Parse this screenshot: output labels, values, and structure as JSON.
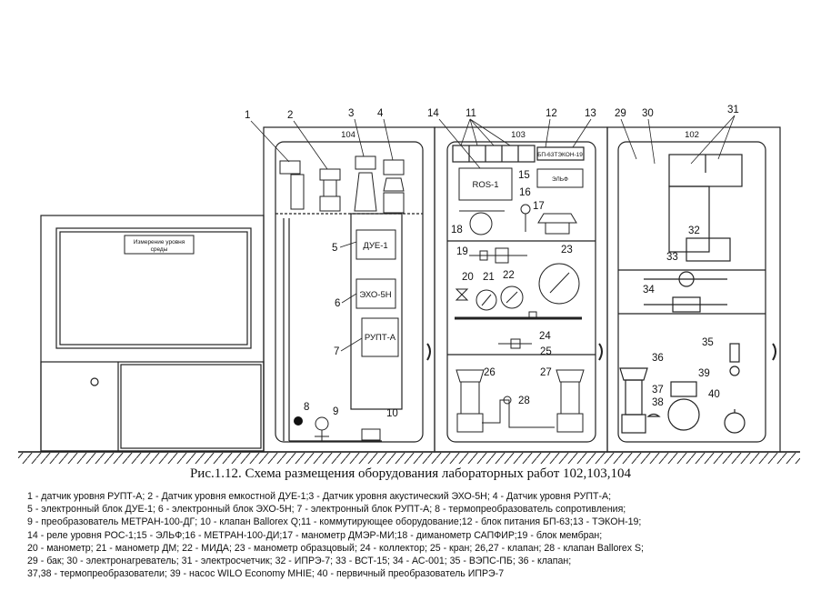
{
  "panels": {
    "p104": "104",
    "p103": "103",
    "p102": "102"
  },
  "screen_label_line1": "Измерение уровня",
  "screen_label_line2": "среды",
  "unit_labels": {
    "due": "ДУЕ-1",
    "eho": "ЭХО-5Н",
    "rupt": "РУПТ-А",
    "ros": "ROS-1",
    "elf": "ЭЛЬФ",
    "bp": "БП-63ТЭКОН-19"
  },
  "callouts": [
    "1",
    "2",
    "3",
    "4",
    "14",
    "11",
    "12",
    "13",
    "29",
    "30",
    "31",
    "5",
    "6",
    "7",
    "8",
    "9",
    "10",
    "15",
    "16",
    "17",
    "18",
    "19",
    "20",
    "21",
    "22",
    "23",
    "24",
    "25",
    "26",
    "27",
    "28",
    "32",
    "33",
    "34",
    "35",
    "36",
    "37",
    "38",
    "39",
    "40"
  ],
  "caption": "Рис.1.12. Схема размещения оборудования лабораторных работ 102,103,104",
  "legend": [
    "1 - датчик уровня РУПТ-А; 2 - Датчик уровня емкостной ДУЕ-1;3 - Датчик уровня акустический ЭХО-5Н;   4 - Датчик уровня РУПТ-А;",
    "5 - электронный блок ДУЕ-1; 6 - электронный блок ЭХО-5Н; 7 - электронный блок РУПТ-А; 8 - термопреобразователь сопротивления;",
    "9 - преобразователь МЕТРАН-100-ДГ; 10 - клапан Ballorex Q;11 - коммутирующее оборудование;12 - блок питания БП-63;13 - ТЭКОН-19;",
    "14 - реле уровня РОС-1;15 - ЭЛЬФ;16 - МЕТРАН-100-ДИ;17 - манометр ДМЭР-МИ;18 - диманометр САПФИР;19 - блок мембран;",
    "20 - манометр; 21 - манометр ДМ; 22 - МИДА; 23 - манометр образцовый; 24 - коллектор; 25 - кран; 26,27 - клапан; 28 - клапан Ballorex S;",
    "29 - бак; 30 - электронагреватель; 31 - электросчетчик;  32 - ИПРЭ-7; 33 - ВСТ-15; 34 - АС-001;  35 -  ВЭПС-ПБ; 36 - клапан;",
    "37,38 - термопреобразователи;  39 - насос WILO Economy MHIE;  40 - первичный преобразователь ИПРЭ-7"
  ]
}
